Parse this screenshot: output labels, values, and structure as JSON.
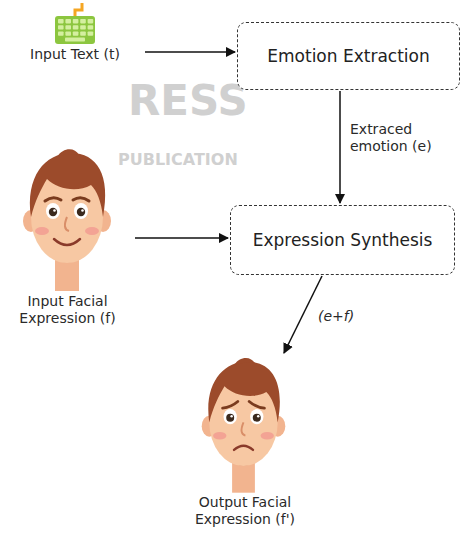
{
  "diagram": {
    "nodes": [
      {
        "text": [
          "Input Text (t)"
        ]
      },
      {
        "text": [
          "Emotion Extraction"
        ]
      },
      {
        "text": [
          "Input Facial Expression (f)"
        ]
      },
      {
        "text": [
          "Expression Synthesis"
        ]
      },
      {
        "text": [
          "Output Facial Expression (f')"
        ]
      }
    ],
    "edges": [
      {
        "from": 0,
        "to": 1,
        "arrow": "to"
      },
      {
        "from": 1,
        "to": 3,
        "label": "Extraced emotion (e)",
        "arrow": "to"
      },
      {
        "from": 2,
        "to": 3,
        "arrow": "to"
      },
      {
        "from": 3,
        "to": 4,
        "label": "(e+f)",
        "arrow": "to"
      }
    ],
    "labels": [
      "RESS",
      "PUBLICATION"
    ]
  }
}
